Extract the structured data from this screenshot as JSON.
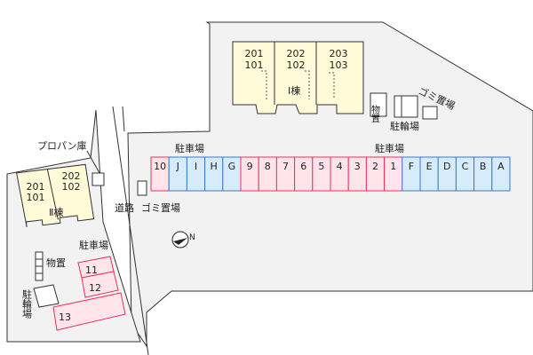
{
  "colors": {
    "site_fill": "#f2f2f2",
    "building_fill": "#fffbd8",
    "parking_red_fill": "#ffe4ec",
    "parking_red_stroke": "#e8325a",
    "parking_blue_fill": "#d6ecfb",
    "parking_blue_stroke": "#3a79c8",
    "line": "#333333"
  },
  "labels": {
    "building1": "Ⅰ棟",
    "building2": "Ⅱ棟",
    "parking_a": "駐車場",
    "parking_b": "駐車場",
    "parking_c": "駐車場",
    "garbage_1": "ゴミ置場",
    "garbage_2": "ゴミ置場",
    "bike_1": "駐輪場",
    "bike_2": "駐輪場",
    "storage_1": "物置",
    "storage_2": "物置",
    "propane": "プロパン庫",
    "road": "道路"
  },
  "building1_units": [
    {
      "upper": "201",
      "lower": "101"
    },
    {
      "upper": "202",
      "lower": "102"
    },
    {
      "upper": "203",
      "lower": "103"
    }
  ],
  "building2_units": [
    {
      "upper": "201",
      "lower": "101"
    },
    {
      "upper": "202",
      "lower": "102"
    }
  ],
  "parking_row": [
    {
      "label": "10",
      "color": "red"
    },
    {
      "label": "J",
      "color": "blue"
    },
    {
      "label": "I",
      "color": "blue"
    },
    {
      "label": "H",
      "color": "blue"
    },
    {
      "label": "G",
      "color": "blue"
    },
    {
      "label": "9",
      "color": "red"
    },
    {
      "label": "8",
      "color": "red"
    },
    {
      "label": "7",
      "color": "red"
    },
    {
      "label": "6",
      "color": "red"
    },
    {
      "label": "5",
      "color": "red"
    },
    {
      "label": "4",
      "color": "red"
    },
    {
      "label": "3",
      "color": "red"
    },
    {
      "label": "2",
      "color": "red"
    },
    {
      "label": "1",
      "color": "red"
    },
    {
      "label": "F",
      "color": "blue"
    },
    {
      "label": "E",
      "color": "blue"
    },
    {
      "label": "D",
      "color": "blue"
    },
    {
      "label": "C",
      "color": "blue"
    },
    {
      "label": "B",
      "color": "blue"
    },
    {
      "label": "A",
      "color": "blue"
    }
  ],
  "lower_slots": [
    "11",
    "12",
    "13"
  ],
  "compass_icon": "north-arrow-icon",
  "compass_letter": "N"
}
